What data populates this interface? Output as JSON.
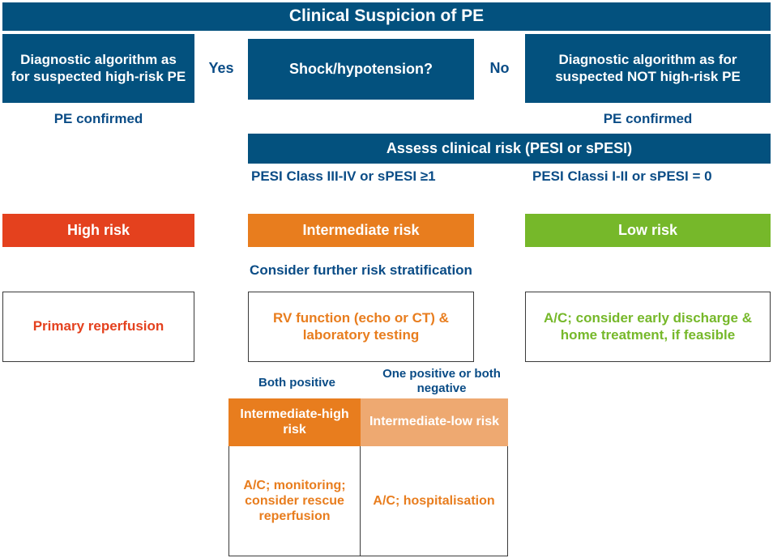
{
  "title_bar": {
    "text": "Clinical Suspicion of PE"
  },
  "decision_row": {
    "left_box": "Diagnostic algorithm as for suspected high-risk PE",
    "yes_label": "Yes",
    "center_box": "Shock/hypotension?",
    "no_label": "No",
    "right_box": "Diagnostic algorithm as for suspected NOT high-risk PE"
  },
  "confirmation": {
    "left": "PE confirmed",
    "right": "PE confirmed"
  },
  "assess_bar": {
    "text": "Assess clinical risk (PESI or sPESI)"
  },
  "pesi_criteria": {
    "intermediate": "PESI Class III-IV or sPESI ≥1",
    "low": "PESI Classi I-II or sPESI = 0"
  },
  "risk_strata": {
    "high": "High risk",
    "intermediate": "Intermediate risk",
    "low": "Low risk"
  },
  "stratification_note": {
    "text": "Consider further risk stratification"
  },
  "management": {
    "high": "Primary reperfusion",
    "intermediate": "RV function (echo or CT) & laboratory testing",
    "low": "A/C; consider early discharge & home treatment, if feasible"
  },
  "branch_labels": {
    "both_positive": "Both positive",
    "one_positive_or_both_negative": "One positive or both negative"
  },
  "risk_table": {
    "headers": [
      "Intermediate-high risk",
      "Intermediate-low risk"
    ],
    "cells": [
      "A/C; monitoring; consider rescue reperfusion",
      "A/C; hospitalisation"
    ]
  },
  "colors": {
    "blue": "#03517E",
    "red": "#E4411E",
    "orange": "#E87D1E",
    "orange_light": "#EEA971",
    "green": "#76B82A",
    "label_blue": "#0A4C86"
  }
}
